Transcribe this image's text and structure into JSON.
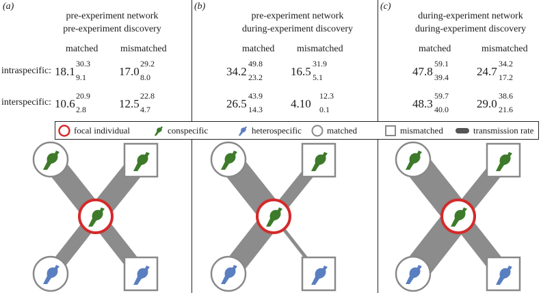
{
  "panels": [
    {
      "letter": "(a)",
      "title_line1": "pre-experiment network",
      "title_line2": "pre-experiment  discovery",
      "col_matched": "matched",
      "col_mismatched": "mismatched",
      "intra": {
        "m_val": "18.1",
        "m_hi": "30.3",
        "m_lo": "9.1",
        "mm_val": "17.0",
        "mm_hi": "29.2",
        "mm_lo": "8.0"
      },
      "inter": {
        "m_val": "10.6",
        "m_hi": "20.9",
        "m_lo": "2.8",
        "mm_val": "12.5",
        "mm_hi": "22.8",
        "mm_lo": "4.7"
      }
    },
    {
      "letter": "(b)",
      "title_line1": "pre-experiment network",
      "title_line2": "during-experiment  discovery",
      "col_matched": "matched",
      "col_mismatched": "mismatched",
      "intra": {
        "m_val": "34.2",
        "m_hi": "49.8",
        "m_lo": "23.2",
        "mm_val": "16.5",
        "mm_hi": "31.9",
        "mm_lo": "5.1"
      },
      "inter": {
        "m_val": "26.5",
        "m_hi": "43.9",
        "m_lo": "14.3",
        "mm_val": "4.10",
        "mm_hi": "12.3",
        "mm_lo": "0.1"
      }
    },
    {
      "letter": "(c)",
      "title_line1": "during-experiment network",
      "title_line2": "during-experiment  discovery",
      "col_matched": "matched",
      "col_mismatched": "mismatched",
      "intra": {
        "m_val": "47.8",
        "m_hi": "59.1",
        "m_lo": "39.4",
        "mm_val": "24.7",
        "mm_hi": "34.2",
        "mm_lo": "17.2"
      },
      "inter": {
        "m_val": "48.3",
        "m_hi": "59.7",
        "m_lo": "40.0",
        "mm_val": "29.0",
        "mm_hi": "38.6",
        "mm_lo": "21.6"
      }
    }
  ],
  "row_labels": {
    "intra": "intraspecific:",
    "inter": "interspecific:"
  },
  "legend": {
    "focal": "focal individual",
    "conspecific": "conspecific",
    "heterospecific": "heterospecific",
    "matched": "matched",
    "mismatched": "mismatched",
    "transmission": "transmission rate"
  },
  "colors": {
    "focal_ring": "#d42a2a",
    "conspecific_bird": "#3d7a2a",
    "heterospecific_bird": "#5a7fc0",
    "band": "#8c8c8c",
    "node_border": "#888888"
  },
  "icons": {
    "focal": "focal-ring-icon",
    "conspecific": "green-bird-icon",
    "heterospecific": "blue-bird-icon",
    "matched": "circle-icon",
    "mismatched": "square-icon",
    "transmission": "bar-icon"
  }
}
